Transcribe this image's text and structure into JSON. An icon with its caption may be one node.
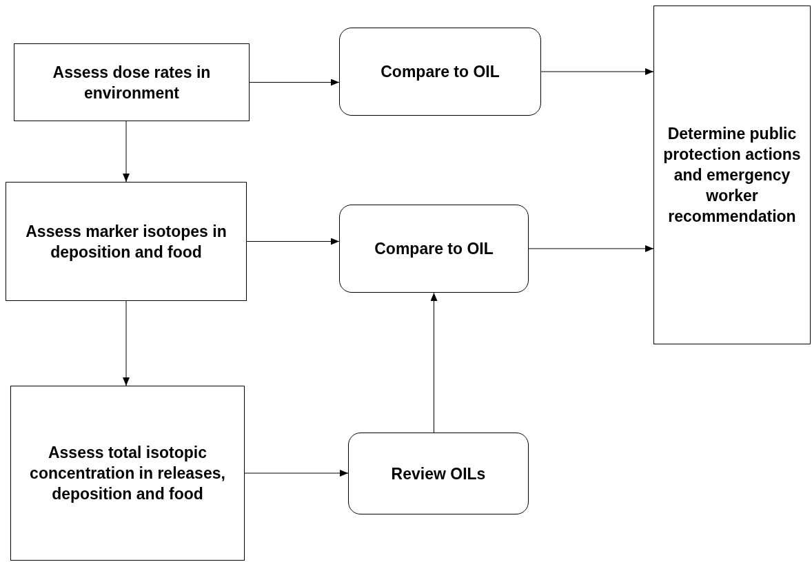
{
  "diagram": {
    "nodes": [
      {
        "text": [
          "Assess dose rates in environment"
        ]
      },
      {
        "text": [
          "Compare to OIL"
        ]
      },
      {
        "text": [
          "Determine public protection actions and emergency worker recommendation"
        ]
      },
      {
        "text": [
          "Assess marker isotopes in deposition and food"
        ]
      },
      {
        "text": [
          "Compare to OIL"
        ]
      },
      {
        "text": [
          "Assess total isotopic concentration in releases, deposition and food"
        ]
      },
      {
        "text": [
          "Review OILs"
        ]
      }
    ],
    "edges": [
      {
        "from": 0,
        "to": 1,
        "arrow": "to"
      },
      {
        "from": 1,
        "to": 2,
        "arrow": "to"
      },
      {
        "from": 0,
        "to": 3,
        "arrow": "to"
      },
      {
        "from": 3,
        "to": 4,
        "arrow": "to"
      },
      {
        "from": 4,
        "to": 2,
        "arrow": "to"
      },
      {
        "from": 3,
        "to": 5,
        "arrow": "to"
      },
      {
        "from": 5,
        "to": 6,
        "arrow": "to"
      },
      {
        "from": 6,
        "to": 4,
        "arrow": "to"
      }
    ]
  }
}
